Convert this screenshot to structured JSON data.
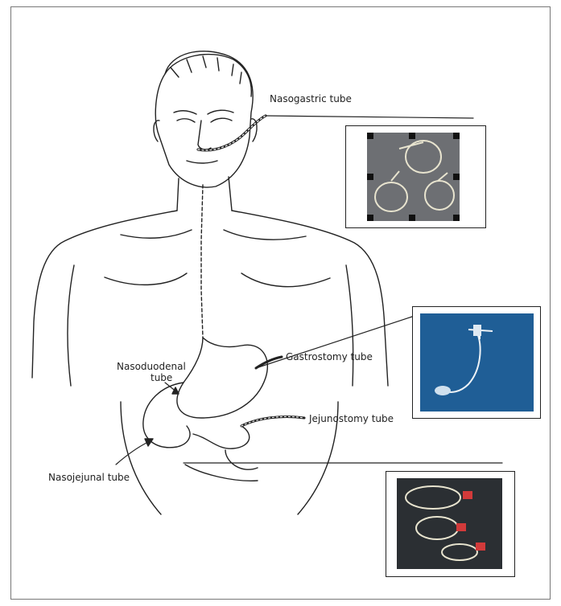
{
  "labels": {
    "nasogastric": "Nasogastric tube",
    "nasoduodenal_line1": "Nasoduodenal",
    "nasoduodenal_line2": "tube",
    "gastrostomy": "Gastrostomy tube",
    "jejunostomy": "Jejunostomy tube",
    "nasojejunal": "Nasojejunal tube"
  },
  "colors": {
    "ink": "#222222",
    "frame": "#777777",
    "photo_gray_bg": "#6d6f73",
    "photo_blue_bg": "#1f5e96",
    "photo_dark_bg": "#2b2f33",
    "tube_cream": "#e8e4cf",
    "connector_red": "#d23a3a"
  }
}
